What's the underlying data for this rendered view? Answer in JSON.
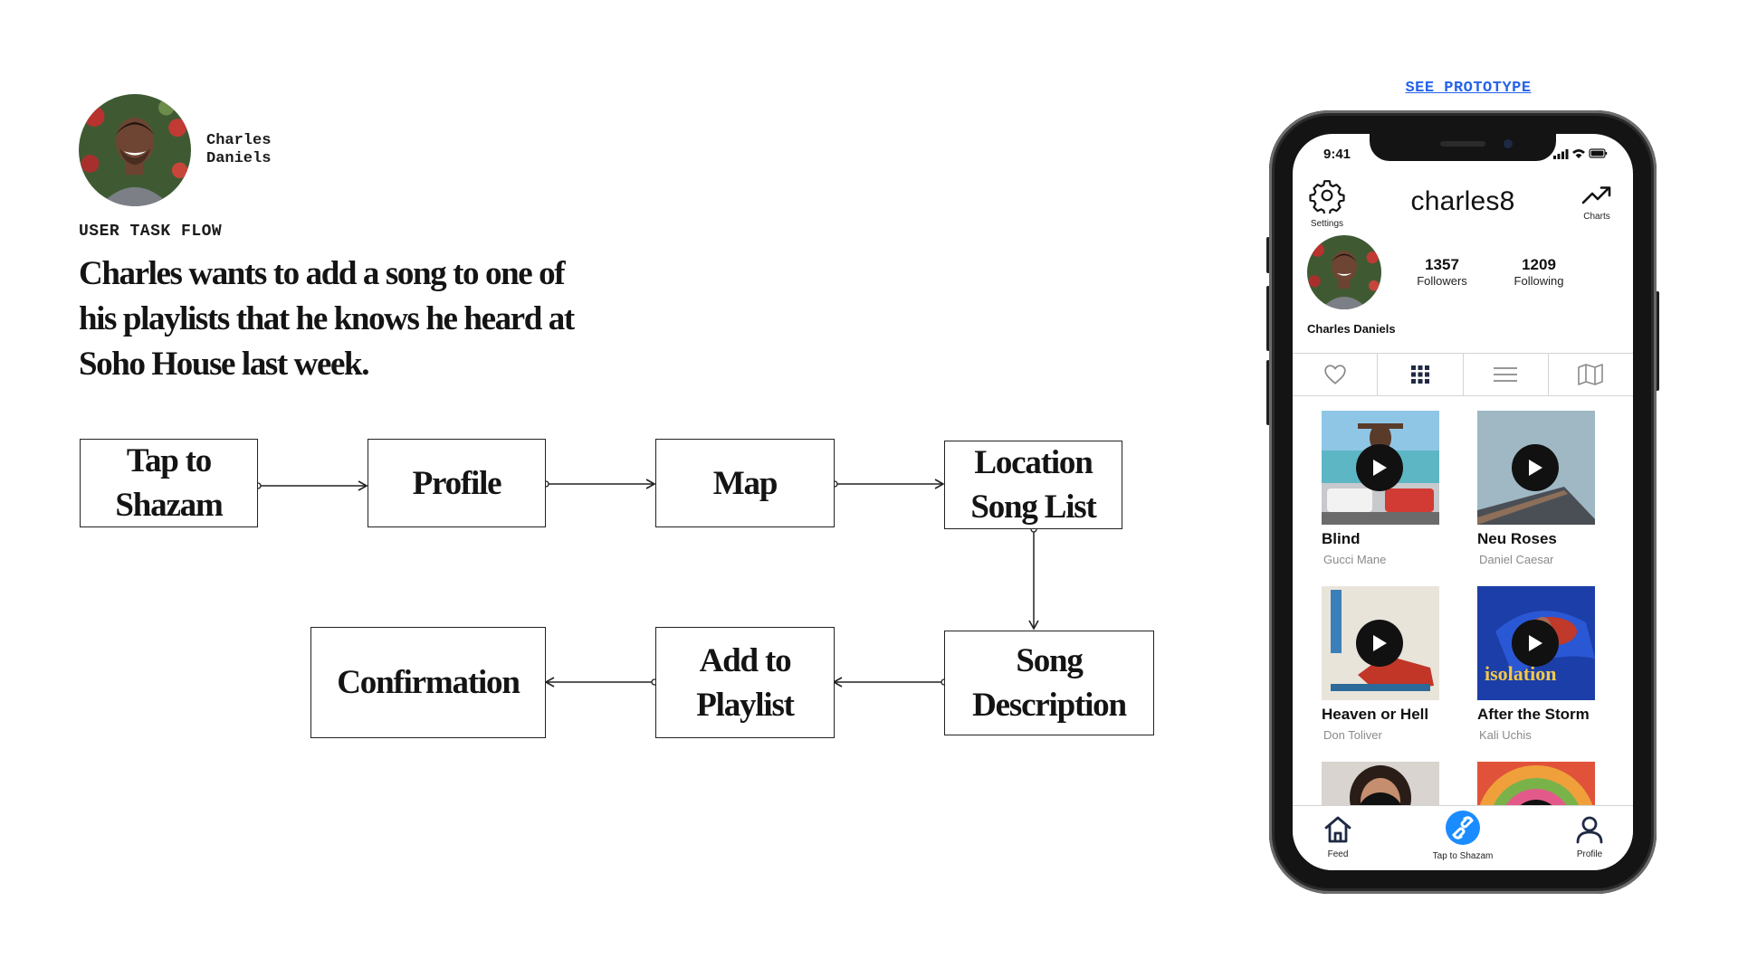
{
  "persona": {
    "name_line1": "Charles",
    "name_line2": "Daniels"
  },
  "flow_label": "USER TASK FLOW",
  "scenario": "Charles wants to add a song to one of his playlists that he knows he heard at Soho House last week.",
  "flow": {
    "nodes": [
      {
        "id": "tap-to-shazam",
        "line1": "Tap to",
        "line2": "Shazam"
      },
      {
        "id": "profile",
        "line1": "Profile",
        "line2": ""
      },
      {
        "id": "map",
        "line1": "Map",
        "line2": ""
      },
      {
        "id": "location-song-list",
        "line1": "Location",
        "line2": "Song List"
      },
      {
        "id": "song-description",
        "line1": "Song",
        "line2": "Description"
      },
      {
        "id": "add-to-playlist",
        "line1": "Add to",
        "line2": "Playlist"
      },
      {
        "id": "confirmation",
        "line1": "Confirmation",
        "line2": ""
      }
    ],
    "edges": [
      [
        "tap-to-shazam",
        "profile"
      ],
      [
        "profile",
        "map"
      ],
      [
        "map",
        "location-song-list"
      ],
      [
        "location-song-list",
        "song-description"
      ],
      [
        "song-description",
        "add-to-playlist"
      ],
      [
        "add-to-playlist",
        "confirmation"
      ]
    ]
  },
  "prototype_link": "SEE PROTOTYPE",
  "phone": {
    "status_time": "9:41",
    "settings_label": "Settings",
    "charts_label": "Charts",
    "username": "charles8",
    "followers_count": "1357",
    "followers_label": "Followers",
    "following_count": "1209",
    "following_label": "Following",
    "profile_name": "Charles Daniels",
    "tabs": [
      {
        "name": "favorites",
        "icon": "heart-icon"
      },
      {
        "name": "grid",
        "icon": "grid-icon",
        "active": true
      },
      {
        "name": "list",
        "icon": "list-icon"
      },
      {
        "name": "map",
        "icon": "map-icon"
      }
    ],
    "songs": [
      {
        "title": "Blind",
        "artist": "Gucci Mane"
      },
      {
        "title": "Neu Roses",
        "artist": "Daniel Caesar"
      },
      {
        "title": "Heaven or Hell",
        "artist": "Don Toliver"
      },
      {
        "title": "After the Storm",
        "artist": "Kali Uchis"
      }
    ],
    "cover_texts": {
      "song4": "isolation"
    },
    "nav": {
      "feed": "Feed",
      "shazam": "Tap to Shazam",
      "profile": "Profile"
    },
    "colors": {
      "shazam_blue": "#1a8cff",
      "link_blue": "#2563eb"
    }
  }
}
